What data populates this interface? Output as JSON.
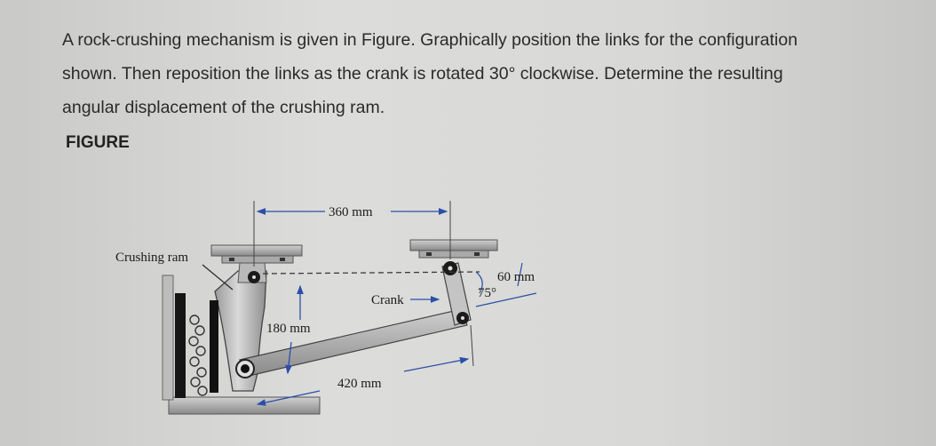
{
  "problem": {
    "lines": [
      "A rock-crushing mechanism is given in Figure. Graphically position the links for the configuration",
      "shown. Then reposition the links as the crank is rotated 30° clockwise. Determine the resulting",
      "angular displacement of the crushing ram."
    ]
  },
  "figure": {
    "heading": "FIGURE",
    "labels": {
      "crushing_ram": "Crushing ram",
      "dim_360": "360 mm",
      "dim_180": "180 mm",
      "dim_420": "420 mm",
      "dim_60": "60 mm",
      "angle_75": "75°",
      "crank": "Crank"
    }
  }
}
